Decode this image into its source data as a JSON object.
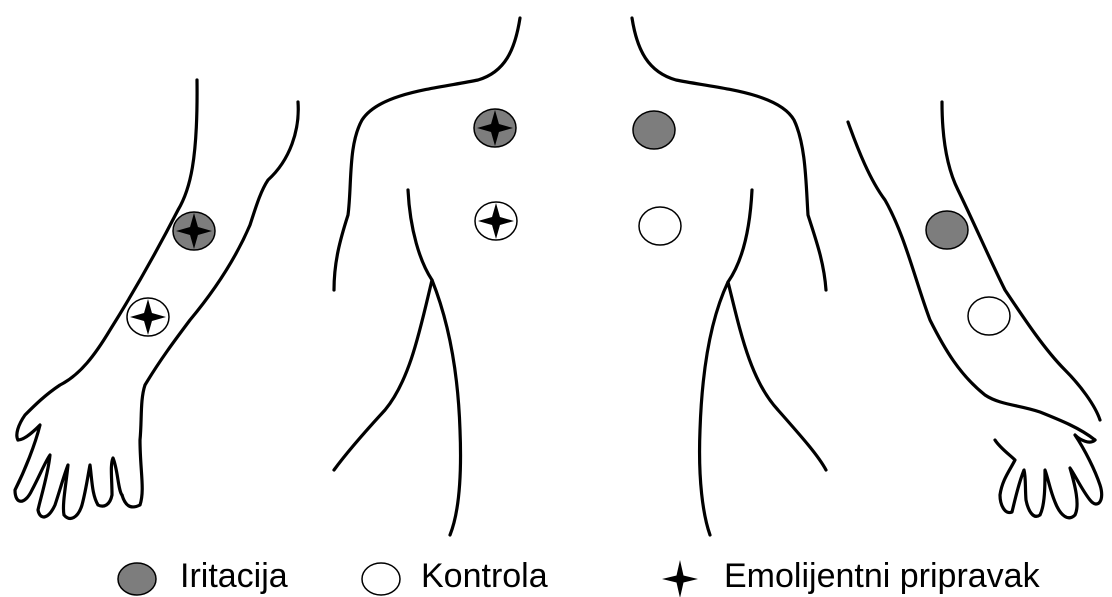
{
  "legend": {
    "irritation_label": "Iritacija",
    "control_label": "Kontrola",
    "emollient_label": "Emolijentni pripravak"
  },
  "colors": {
    "irritation_fill": "#7d7d7d",
    "control_fill": "#ffffff",
    "outline": "#000000"
  },
  "sites": [
    {
      "region": "right-forearm",
      "type": "irritation",
      "emollient": true
    },
    {
      "region": "right-forearm",
      "type": "control",
      "emollient": true
    },
    {
      "region": "upper-chest-right",
      "type": "irritation",
      "emollient": true
    },
    {
      "region": "upper-chest-right",
      "type": "control",
      "emollient": true
    },
    {
      "region": "upper-chest-left",
      "type": "irritation",
      "emollient": false
    },
    {
      "region": "upper-chest-left",
      "type": "control",
      "emollient": false
    },
    {
      "region": "left-forearm",
      "type": "irritation",
      "emollient": false
    },
    {
      "region": "left-forearm",
      "type": "control",
      "emollient": false
    }
  ]
}
